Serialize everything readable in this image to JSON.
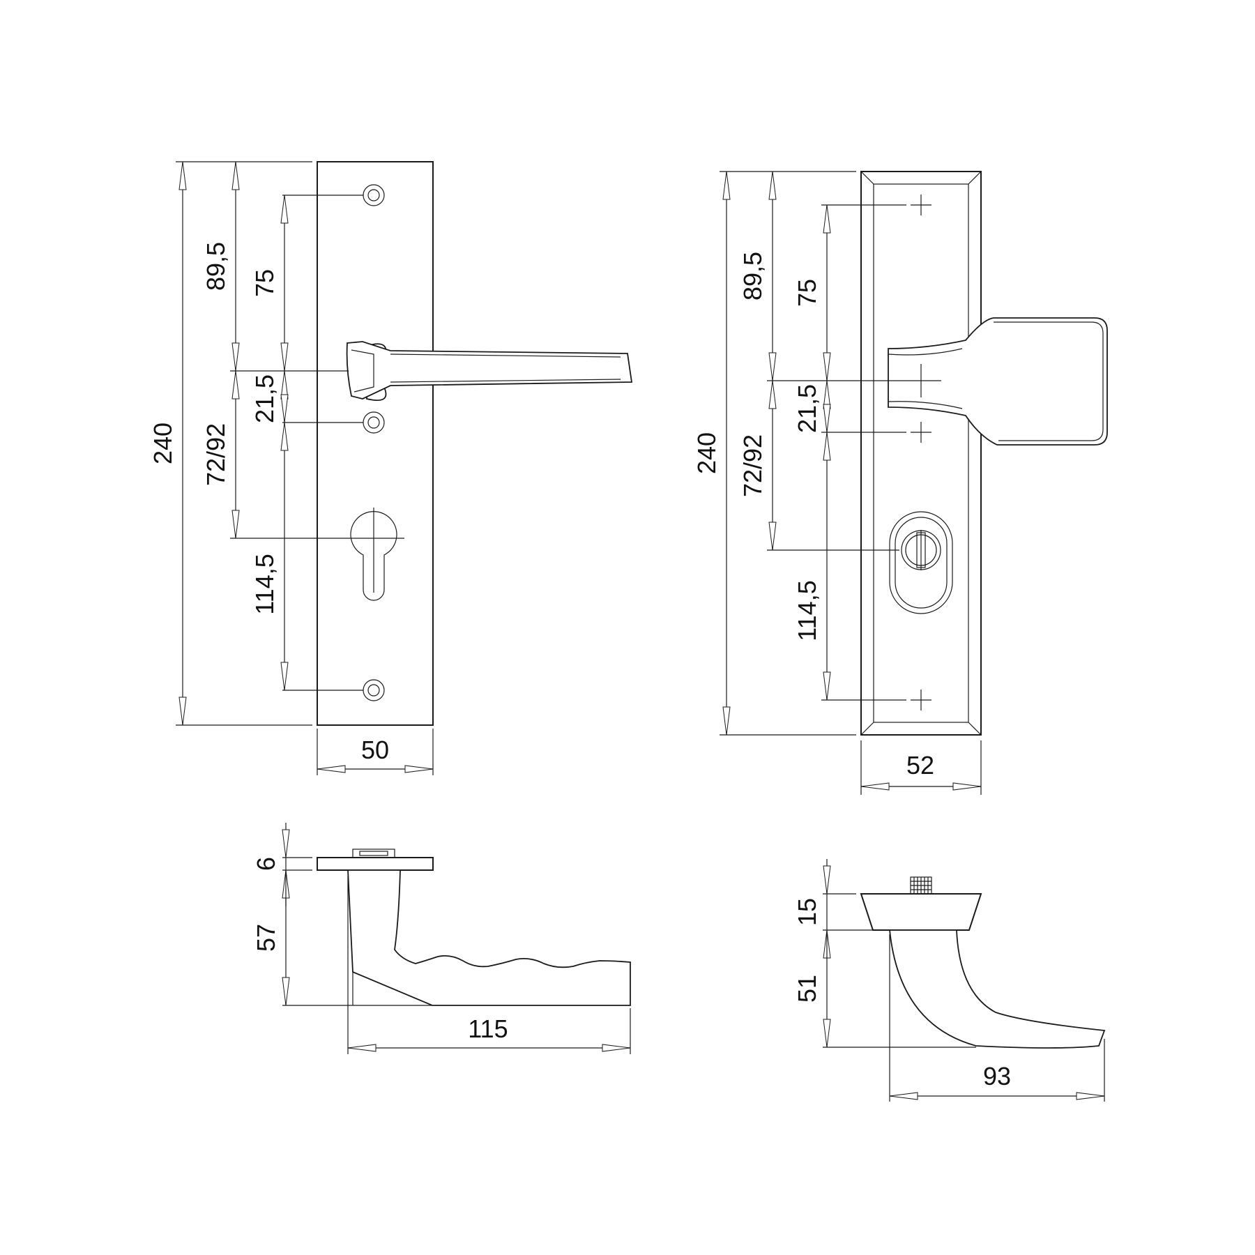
{
  "colors": {
    "line": "#1a1a1a",
    "background": "#ffffff"
  },
  "left_front": {
    "overall_height": "240",
    "top_to_lever": "89,5",
    "screw_to_lever": "75",
    "lever_to_screw": "21,5",
    "lever_to_keyhole": "72/92",
    "screw_to_screw_lower": "114,5",
    "plate_width": "50"
  },
  "right_front": {
    "overall_height": "240",
    "top_to_lever": "89,5",
    "screw_to_lever": "75",
    "lever_to_screw": "21,5",
    "lever_to_keyhole": "72/92",
    "screw_to_screw_lower": "114,5",
    "plate_width": "52"
  },
  "left_side": {
    "plate_thickness": "6",
    "lever_projection": "57",
    "lever_length": "115"
  },
  "right_side": {
    "plate_thickness": "15",
    "lever_projection": "51",
    "lever_length": "93"
  }
}
